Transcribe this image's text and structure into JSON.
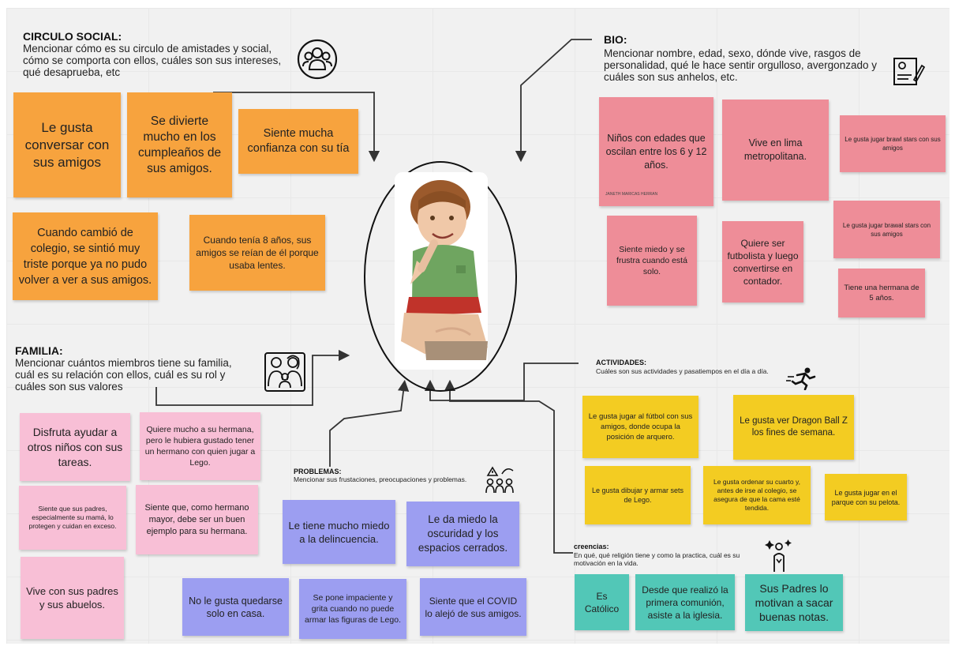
{
  "social": {
    "title": "CIRCULO SOCIAL:",
    "desc": "Mencionar cómo es su circulo de amistades y social, cómo se comporta con ellos, cuáles son sus intereses, qué desaprueba, etc",
    "notes": [
      "Le gusta conversar con sus amigos",
      "Se divierte mucho en los cumpleaños de sus amigos.",
      "Siente mucha confianza con su tía",
      "Cuando cambió de colegio, se sintió muy triste porque ya no pudo volver a ver a sus amigos.",
      "Cuando tenía 8 años, sus amigos se reían de él porque usaba lentes."
    ]
  },
  "bio": {
    "title": "BIO:",
    "desc": "Mencionar nombre, edad, sexo, dónde vive, rasgos de personalidad, qué le hace sentir orgulloso, avergonzado y cuáles son sus anhelos, etc.",
    "notes": [
      "Niños con edades que oscilan entre los 6 y 12 años.",
      "Vive en lima metropolitana.",
      "Le gusta jugar brawl stars con sus amigos",
      "Siente miedo y se frustra cuando está solo.",
      "Quiere ser futbolista y luego convertirse en contador.",
      "Le gusta jugar brawal stars con sus amigos",
      "Tiene una hermana de 5 años."
    ],
    "signature": "JANETH MARICAS HERRAN"
  },
  "familia": {
    "title": "FAMILIA:",
    "desc": "Mencionar cuántos miembros tiene su familia, cuál es su relación con ellos, cuál es su rol y cuáles son sus valores",
    "notes": [
      "Disfruta ayudar a otros niños con sus tareas.",
      "Quiere mucho a su hermana, pero le hubiera gustado tener un hermano con quien jugar a Lego.",
      "Siente que sus padres, especialmente su mamá, lo protegen y cuidan en exceso.",
      "Siente que, como hermano mayor, debe ser un buen ejemplo para su hermana.",
      "Vive con sus padres y sus abuelos."
    ]
  },
  "problemas": {
    "title": "PROBLEMAS:",
    "desc": "Mencionar sus frustaciones, preocupaciones y problemas.",
    "notes": [
      "Le tiene mucho miedo a la delincuencia.",
      "Le da miedo la oscuridad y los espacios cerrados.",
      "No le gusta quedarse solo en casa.",
      "Se pone impaciente y grita cuando no puede armar las figuras de Lego.",
      "Siente que el COVID lo alejó de sus amigos."
    ]
  },
  "actividades": {
    "title": "ACTIVIDADES:",
    "desc": "Cuáles son sus actividades y pasatiempos en el día a día.",
    "notes": [
      "Le gusta jugar al fútbol con sus amigos, donde ocupa la posición de arquero.",
      "Le gusta ver Dragon Ball Z los fines de semana.",
      "Le gusta dibujar y armar sets de Lego.",
      "Le gusta ordenar su cuarto y, antes de irse al colegio, se asegura de que la cama esté tendida.",
      "Le gusta jugar en el parque con su pelota."
    ]
  },
  "creencias": {
    "title": "creencias:",
    "desc": "En qué, qué religión tiene y como la practica, cuál es su motivación en la vida.",
    "notes": [
      "Es Católico",
      "Desde que realizó la primera comunión, asiste a la iglesia.",
      "Sus Padres lo motivan a sacar buenas notas."
    ]
  },
  "icons": [
    "group-icon",
    "profile-document-icon",
    "family-icon",
    "problems-people-icon",
    "running-person-icon",
    "believer-icon",
    "child-portrait"
  ]
}
